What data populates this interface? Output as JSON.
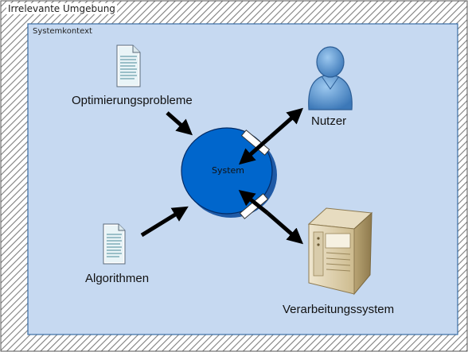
{
  "outer_label": "Irrelevante Umgebung",
  "context_label": "Systemkontext",
  "system_label": "System",
  "nodes": {
    "optimization": "Optimierungsprobleme",
    "algorithms": "Algorithmen",
    "user": "Nutzer",
    "processing": "Verarbeitungssystem"
  },
  "icons": {
    "document": "document-icon",
    "user": "user-icon",
    "server": "server-icon"
  },
  "colors": {
    "context_fill": "#c6d9f1",
    "system_fill": "#0066cc",
    "arrow": "#000000"
  }
}
